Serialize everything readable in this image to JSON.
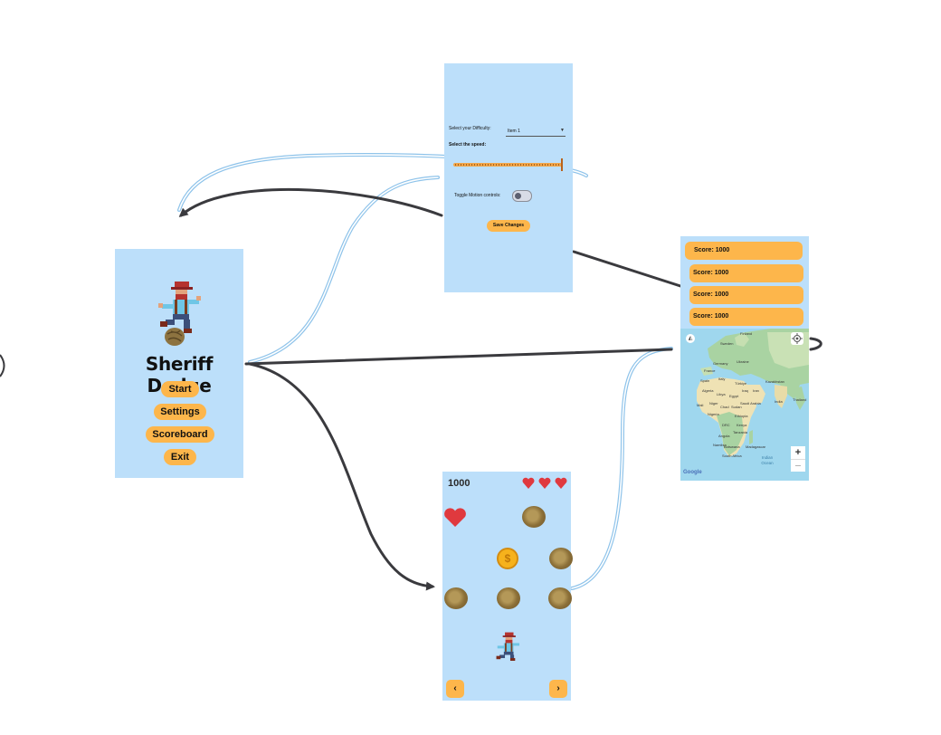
{
  "menu": {
    "title": "Sheriff Dodge",
    "buttons": [
      "Start",
      "Settings",
      "Scoreboard",
      "Exit"
    ]
  },
  "settings": {
    "difficulty_label": "Select your Difficulty:",
    "difficulty_value": "Item 1",
    "speed_label": "Select the speed:",
    "speed_value": 1.0,
    "toggle_label": "Toggle Motion controls:",
    "toggle_on": false,
    "save_label": "Save Changes"
  },
  "scoreboard": {
    "entries": [
      "Score: 1000",
      "Score: 1000",
      "Score: 1000",
      "Score: 1000"
    ]
  },
  "map": {
    "labels": [
      "Finland",
      "Sweden",
      "Germany",
      "France",
      "Ukraine",
      "Kazakhstan",
      "Spain",
      "Italy",
      "Türkiye",
      "Algeria",
      "Libya",
      "Egypt",
      "Iraq",
      "Iran",
      "Saudi Arabia",
      "India",
      "Mali",
      "Niger",
      "Chad",
      "Sudan",
      "Nigeria",
      "Ethiopia",
      "Kenya",
      "DRC",
      "Tanzania",
      "Angola",
      "Namibia",
      "Botswana",
      "South Africa",
      "Madagascar",
      "Thailand",
      "Indian Ocean"
    ],
    "zoom_in": "+",
    "zoom_out": "—",
    "logo": "Google"
  },
  "game": {
    "score": "1000",
    "lives": 3,
    "left_button": "‹",
    "right_button": "›"
  },
  "colors": {
    "screen_bg": "#bcdffa",
    "button": "#fdb64b",
    "arrow_dark": "#3a3a3e",
    "arrow_blue": "#8ec3ea",
    "heart": "#e0393e"
  }
}
